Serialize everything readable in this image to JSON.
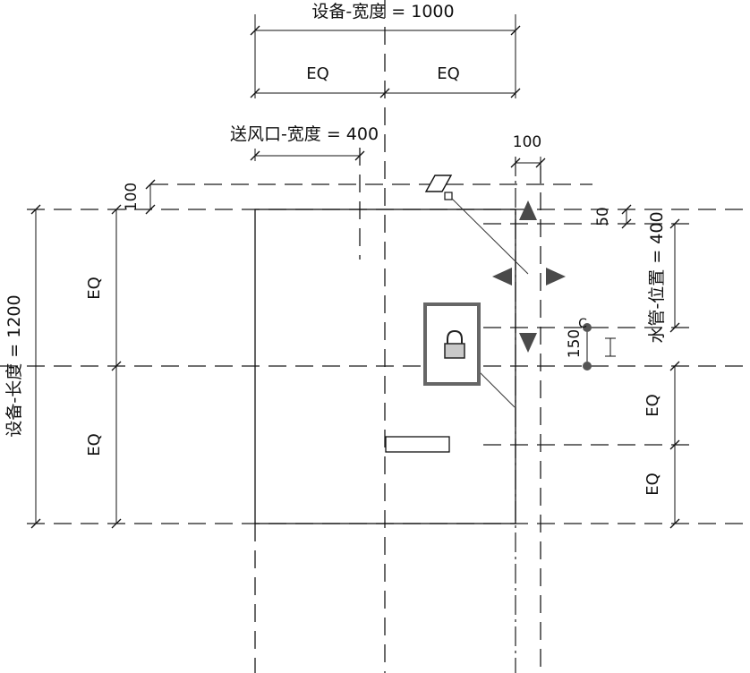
{
  "dimensions": {
    "equip_width": "设备-宽度 = 1000",
    "equip_length": "设备-长度 = 1200",
    "air_outlet_width": "送风口-宽度 = 400",
    "water_pipe_position": "水管-位置 = 400",
    "eq_top_left": "EQ",
    "eq_top_right": "EQ",
    "eq_left_upper": "EQ",
    "eq_left_lower": "EQ",
    "eq_right_upper": "EQ",
    "eq_right_lower": "EQ",
    "offset_top": "100",
    "offset_left": "100",
    "offset_small": "50",
    "offset_150": "150"
  },
  "icons": {
    "lock": "lock-icon",
    "move_arrows": "move-arrows-icon",
    "pin": "pin-icon"
  },
  "colors": {
    "line": "#111111",
    "grip": "#555555",
    "lock_frame": "#666666"
  }
}
